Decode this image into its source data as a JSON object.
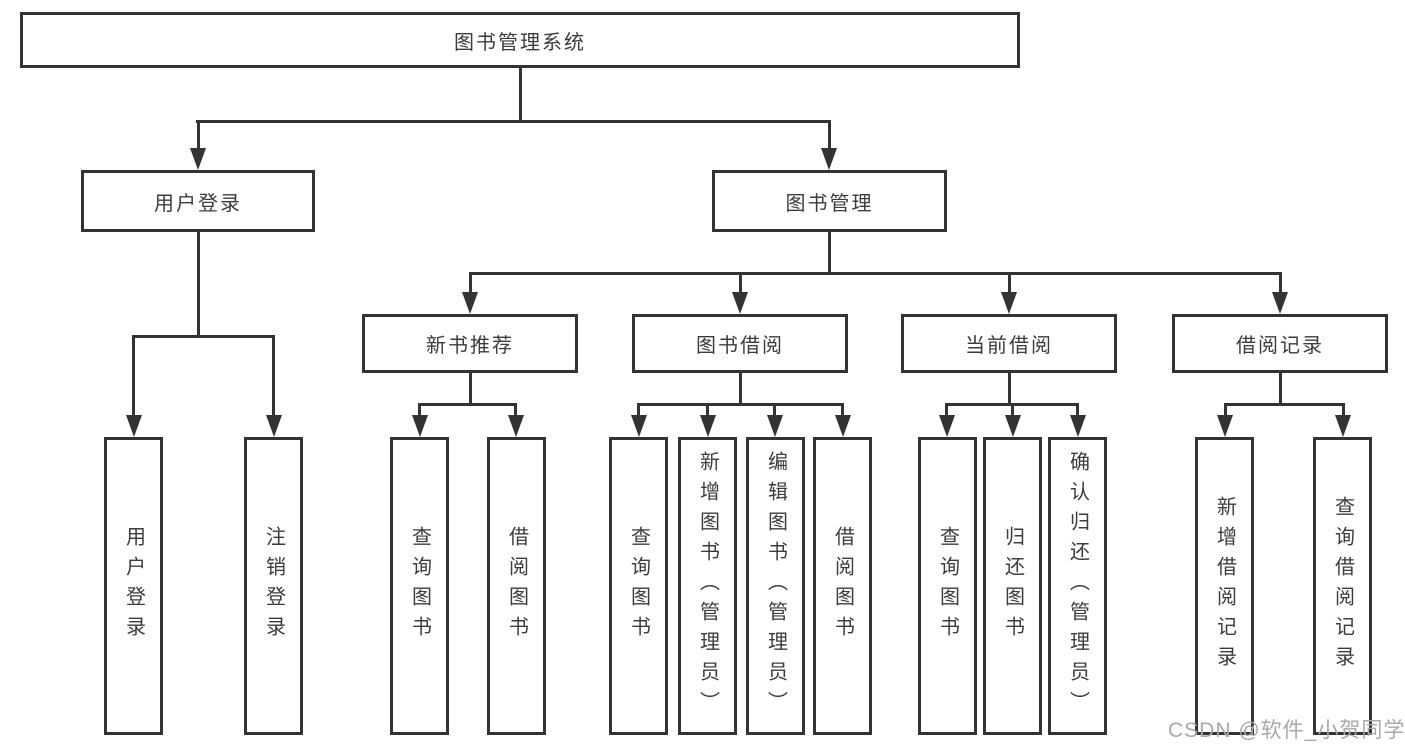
{
  "diagram": {
    "root": {
      "label": "图书管理系统"
    },
    "level2": [
      {
        "label": "用户登录"
      },
      {
        "label": "图书管理"
      }
    ],
    "level3": [
      {
        "label": "新书推荐"
      },
      {
        "label": "图书借阅"
      },
      {
        "label": "当前借阅"
      },
      {
        "label": "借阅记录"
      }
    ],
    "leaves": {
      "user_login": [
        "用户登录",
        "注销登录"
      ],
      "new_book": [
        "查询图书",
        "借阅图书"
      ],
      "book_borrow": [
        "查询图书",
        "新增图书（管理员）",
        "编辑图书（管理员）",
        "借阅图书"
      ],
      "current_borrow": [
        "查询图书",
        "归还图书",
        "确认归还（管理员）"
      ],
      "borrow_record": [
        "新增借阅记录",
        "查询借阅记录"
      ]
    }
  },
  "colors": {
    "line": "#333333",
    "text": "#3c3c3c",
    "background": "#ffffff",
    "watermark": "#a8a8a8"
  },
  "watermark": {
    "text": "CSDN @软件_小贺同学"
  }
}
